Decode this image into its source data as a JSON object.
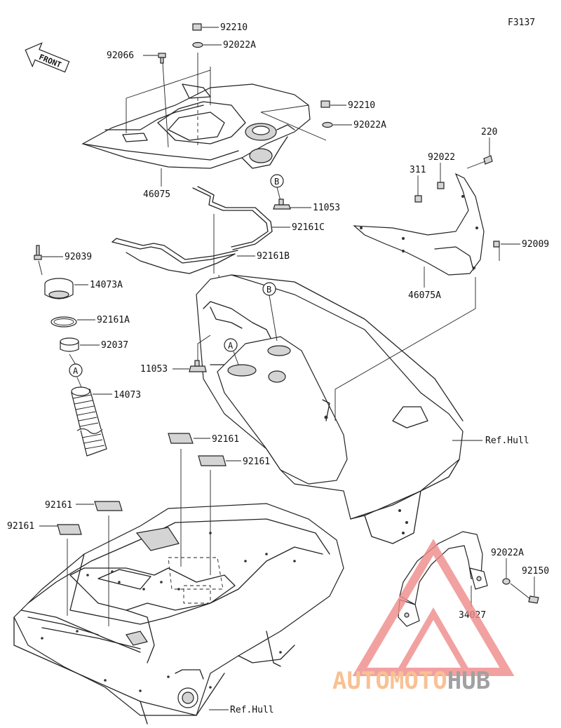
{
  "figure_code": "F3137",
  "front_label": "FRONT",
  "parts": {
    "p92210_top": "92210",
    "p92022a_top": "92022A",
    "p92066": "92066",
    "p92210_right": "92210",
    "p92022a_right": "92022A",
    "p220": "220",
    "p92022": "92022",
    "p311": "311",
    "p46075": "46075",
    "p11053_top": "11053",
    "p92161c": "92161C",
    "p92161b": "92161B",
    "p92009": "92009",
    "p46075a": "46075A",
    "p92039": "92039",
    "p14073a": "14073A",
    "p92161a": "92161A",
    "p92037": "92037",
    "p14073": "14073",
    "p11053_mid": "11053",
    "p92161_1": "92161",
    "p92161_2": "92161",
    "p92161_3": "92161",
    "p92161_4": "92161",
    "p92022a_bottom": "92022A",
    "p92150": "92150",
    "p34027": "34027"
  },
  "references": {
    "hull_right": "Ref.Hull",
    "hull_bottom": "Ref.Hull"
  },
  "callouts": {
    "a_left": "A",
    "a_mid": "A",
    "b_top": "B",
    "b_mid": "B"
  },
  "watermark": {
    "text_part1": "AUTO",
    "text_part2": "MOTO",
    "text_part3": "HUB",
    "color_primary": "#f7b27a",
    "color_secondary": "#8a8a8a",
    "triangle_color": "#f08a8a"
  }
}
